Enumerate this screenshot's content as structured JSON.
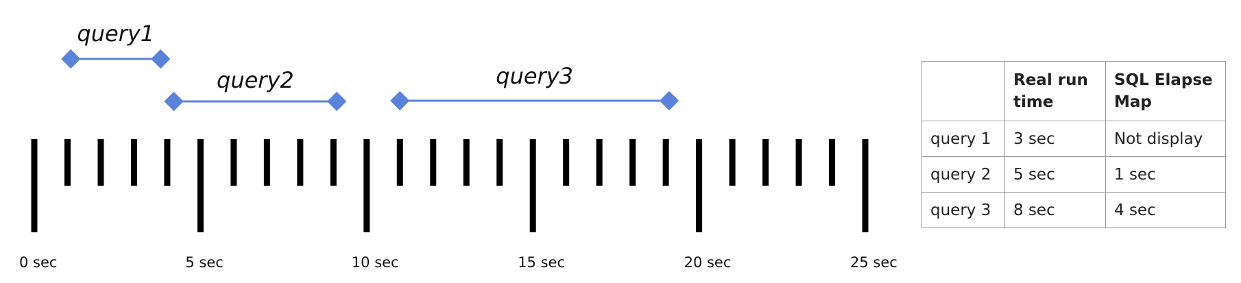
{
  "timeline": {
    "unit": "sec",
    "range": [
      0,
      25
    ],
    "minor_step": 1,
    "major_step": 5,
    "tick_labels": [
      "0 sec",
      "5 sec",
      "10 sec",
      "15 sec",
      "20 sec",
      "25 sec"
    ],
    "bar_color": "#5b82d9",
    "tick_color": "#000000",
    "queries": [
      {
        "label": "query1",
        "start": 1.1,
        "end": 3.8
      },
      {
        "label": "query2",
        "start": 4.2,
        "end": 9.1
      },
      {
        "label": "query3",
        "start": 11.0,
        "end": 19.1
      }
    ]
  },
  "table": {
    "headers": [
      "",
      "Real run time",
      "SQL Elapse Map"
    ],
    "rows": [
      [
        "query 1",
        "3 sec",
        "Not display"
      ],
      [
        "query 2",
        "5 sec",
        "1 sec"
      ],
      [
        "query 3",
        "8 sec",
        "4 sec"
      ]
    ]
  }
}
